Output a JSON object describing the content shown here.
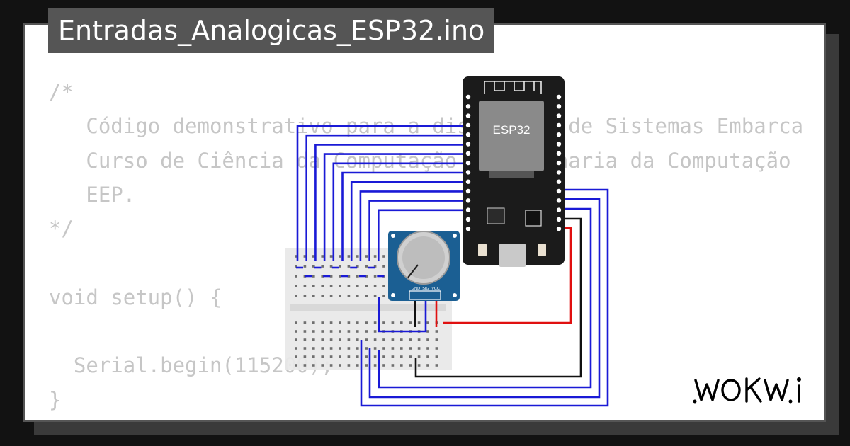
{
  "file": {
    "title": "Entradas_Analogicas_ESP32.ino"
  },
  "code": {
    "lines": [
      "/*",
      "   Código demonstrativo para a disciplina de Sistemas Embarcados",
      "   Curso de Ciência da Computação e Engenharia da Computação",
      "   EEP.",
      "*/",
      "",
      "void setup() {",
      "",
      "  Serial.begin(115200);",
      "}"
    ]
  },
  "board": {
    "label": "ESP32"
  },
  "potentiometer": {
    "pins": [
      "GND",
      "SIG",
      "VCC"
    ]
  },
  "brand": {
    "logo": "WOKWi"
  },
  "colors": {
    "wire_blue": "#1a1ad6",
    "wire_red": "#e01010",
    "wire_black": "#111111",
    "board": "#1b1b1b",
    "chip": "#8a8a8a",
    "pot_board": "#1b5f93",
    "breadboard": "#e8e8e8"
  }
}
